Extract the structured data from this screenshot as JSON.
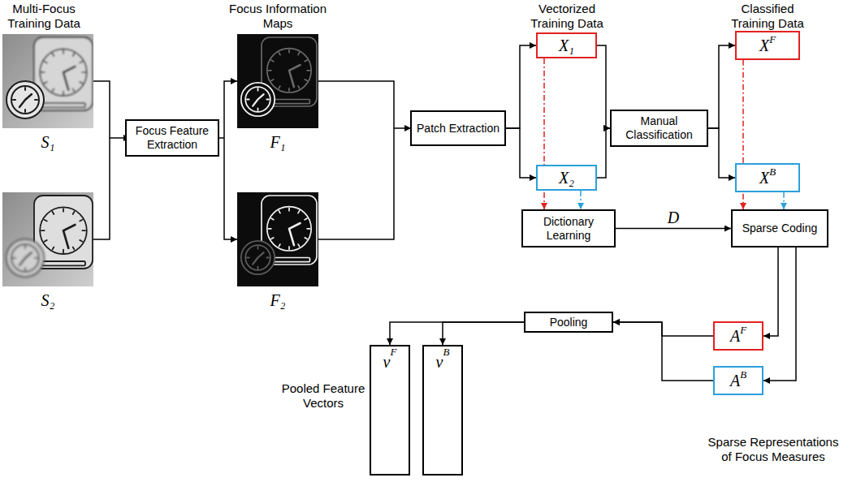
{
  "diagram": {
    "nodes": [
      {
        "text": [
          "Focus Feature Extraction"
        ]
      },
      {
        "text": [
          "Patch Extraction"
        ]
      },
      {
        "text": [
          "X₁"
        ]
      },
      {
        "text": [
          "X₂"
        ]
      },
      {
        "text": [
          "Manual Classification"
        ]
      },
      {
        "text": [
          "X",
          "F"
        ]
      },
      {
        "text": [
          "X",
          "B"
        ]
      },
      {
        "text": [
          "Dictionary Learning"
        ]
      },
      {
        "text": [
          "Sparse Coding"
        ]
      },
      {
        "text": [
          "A",
          "F"
        ]
      },
      {
        "text": [
          "A",
          "B"
        ]
      },
      {
        "text": [
          "Pooling"
        ]
      },
      {
        "text": [
          "v",
          "F"
        ]
      },
      {
        "text": [
          "v",
          "B"
        ]
      }
    ],
    "edges": [
      {
        "from": 1,
        "to": 2,
        "arrow": "to"
      },
      {
        "from": 1,
        "to": 3,
        "arrow": "to"
      },
      {
        "from": 2,
        "to": 4,
        "arrow": "to"
      },
      {
        "from": 3,
        "to": 4,
        "arrow": "to"
      },
      {
        "from": 4,
        "to": 5,
        "arrow": "to"
      },
      {
        "from": 4,
        "to": 6,
        "arrow": "to"
      },
      {
        "from": 2,
        "to": 7,
        "arrow": "to"
      },
      {
        "from": 3,
        "to": 7,
        "arrow": "to"
      },
      {
        "from": 7,
        "to": 8,
        "label": "D",
        "arrow": "to"
      },
      {
        "from": 5,
        "to": 8,
        "arrow": "to"
      },
      {
        "from": 6,
        "to": 8,
        "arrow": "to"
      },
      {
        "from": 8,
        "to": 9,
        "arrow": "to"
      },
      {
        "from": 8,
        "to": 10,
        "arrow": "to"
      },
      {
        "from": 9,
        "to": 11,
        "arrow": "to"
      },
      {
        "from": 10,
        "to": 11,
        "arrow": "to"
      },
      {
        "from": 11,
        "to": 12,
        "arrow": "to"
      },
      {
        "from": 11,
        "to": 13,
        "arrow": "to"
      }
    ],
    "labels": [
      "Multi-Focus Training Data",
      "Focus Information Maps",
      "Vectorized Training Data",
      "Classified Training Data",
      "S₁",
      "S₂",
      "F₁",
      "F₂",
      "Pooled Feature Vectors",
      "Sparse Representations of Focus Measures"
    ]
  }
}
